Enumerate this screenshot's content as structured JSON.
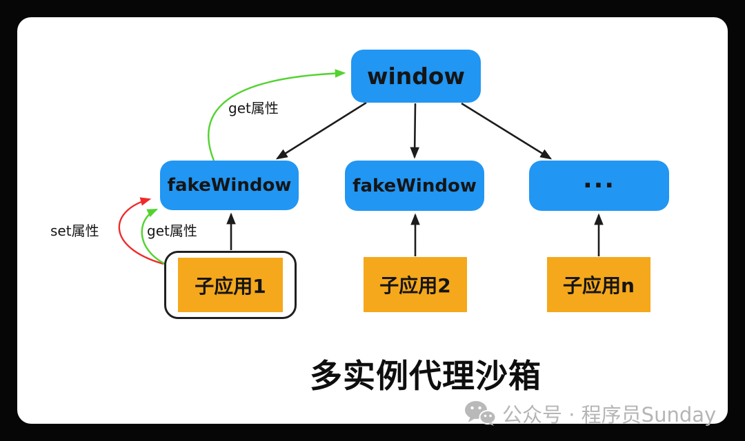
{
  "title": "多实例代理沙箱",
  "watermark": {
    "icon": "wechat-icon",
    "text": "公众号 · 程序员Sunday"
  },
  "diagram": {
    "window_label": "window",
    "fake_windows": [
      "fakeWindow",
      "fakeWindow",
      "..."
    ],
    "sub_apps": [
      "子应用1",
      "子应用2",
      "子应用n"
    ],
    "edge_labels": {
      "get_top": "get属性",
      "set_left": "set属性",
      "get_bottom": "get属性"
    },
    "colors": {
      "node_blue": "#2196f3",
      "node_orange": "#f5a81c",
      "arrow_black": "#1c1c1c",
      "arrow_green": "#53d22f",
      "arrow_red": "#ef2b2b",
      "canvas_white": "#ffffff",
      "frame_black": "#060606",
      "watermark_gray": "#b5b5b5"
    }
  }
}
